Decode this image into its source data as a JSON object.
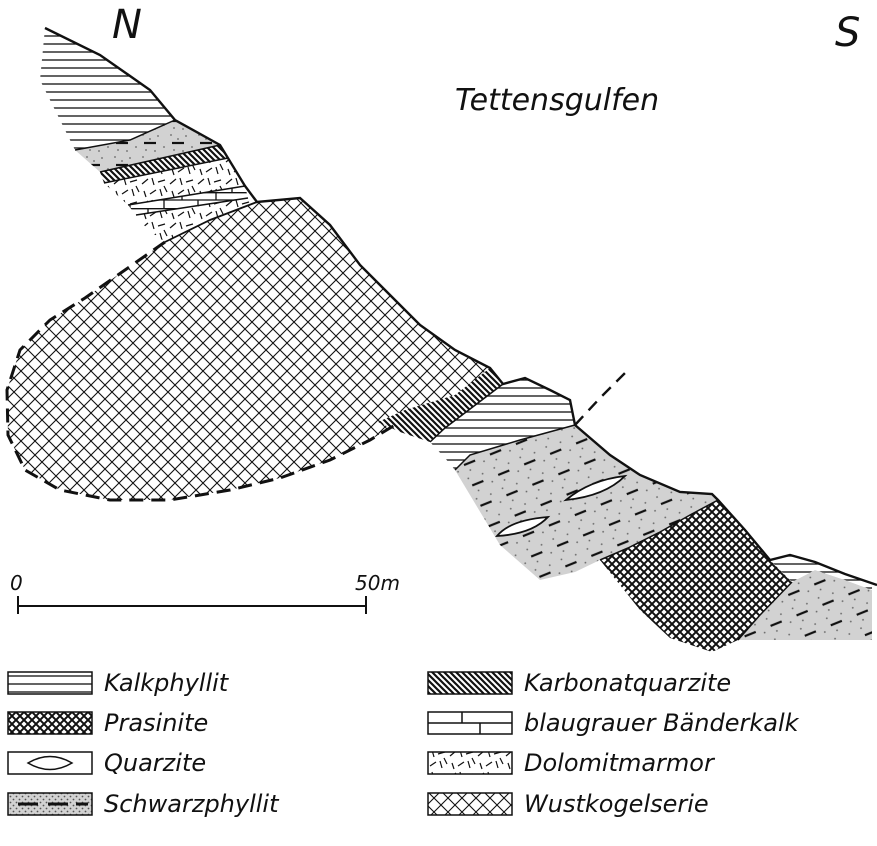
{
  "orientation": {
    "north": "N",
    "south": "S"
  },
  "title": "Tettensgulfen",
  "scale": {
    "start": "0",
    "end": "50m"
  },
  "legend": [
    {
      "label": "Kalkphyllit",
      "pattern": "kalkphyllit"
    },
    {
      "label": "Prasinite",
      "pattern": "prasinite"
    },
    {
      "label": "Quarzite",
      "pattern": "quarzite"
    },
    {
      "label": "Schwarzphyllit",
      "pattern": "schwarzphyllit"
    },
    {
      "label": "Karbonatquarzite",
      "pattern": "karbonat"
    },
    {
      "label": "blaugrauer Bänderkalk",
      "pattern": "baenderkalk"
    },
    {
      "label": "Dolomitmarmor",
      "pattern": "dolomit"
    },
    {
      "label": "Wustkogelserie",
      "pattern": "wustkogel"
    }
  ],
  "colors": {
    "ink": "#111111",
    "background": "#ffffff"
  }
}
